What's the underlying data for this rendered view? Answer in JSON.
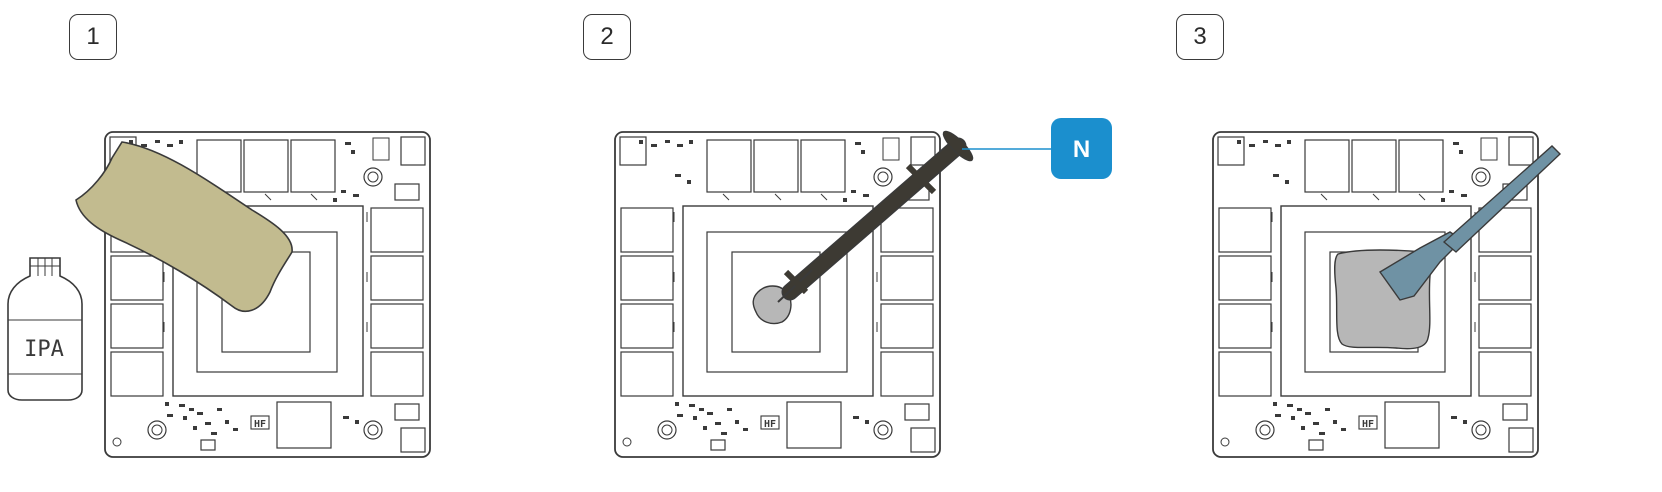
{
  "steps": [
    {
      "number": "1"
    },
    {
      "number": "2"
    },
    {
      "number": "3"
    }
  ],
  "bottle_label": "IPA",
  "board_marking": "HF",
  "callout_label": "N",
  "colors": {
    "cloth": "#c2bb8f",
    "syringe": "#3d3a33",
    "paste": "#b7b7b7",
    "spatula": "#6f92a4",
    "callout": "#1b8fce",
    "outline": "#3a3a3a"
  }
}
